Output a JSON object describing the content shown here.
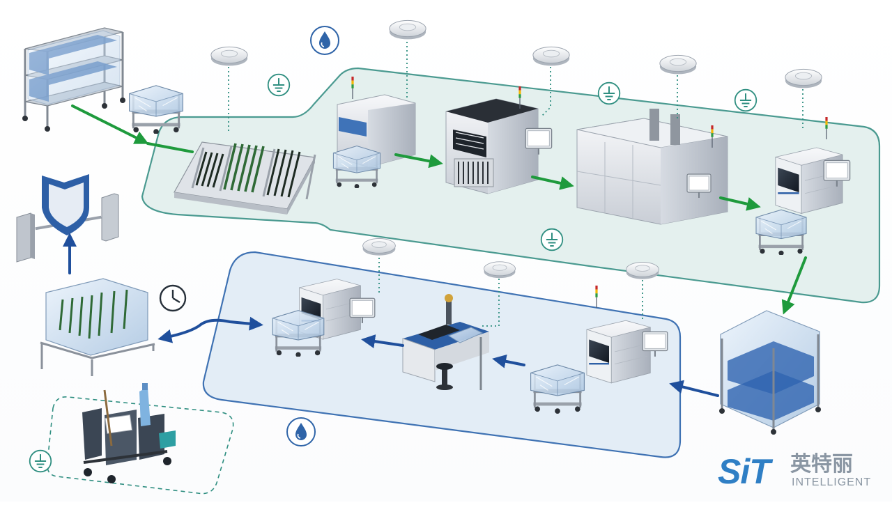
{
  "colors": {
    "zone_teal_fill": "#e4f0ee",
    "zone_teal_stroke": "#4a9a90",
    "zone_blue_fill": "#e3edf6",
    "zone_blue_stroke": "#3f72b3",
    "arrow_green": "#1e9a3c",
    "arrow_blue": "#1f4f9c",
    "esd_symbol": "#2e8e80",
    "water_drop": "#2f64a8",
    "brand_blue": "#2f7fc5",
    "brand_grey": "#8a96a3",
    "shield_blue": "#2d5fa6"
  },
  "icons": {
    "esd_ground": "ground-symbol-icon",
    "humidity": "water-drop-icon",
    "sensor": "ceiling-sensor-icon",
    "clock": "clock-icon",
    "shield": "security-shield-icon"
  },
  "brand": {
    "logo_text": "SiT",
    "name_cn": "英特丽",
    "name_en": "INTELLIGENT"
  }
}
